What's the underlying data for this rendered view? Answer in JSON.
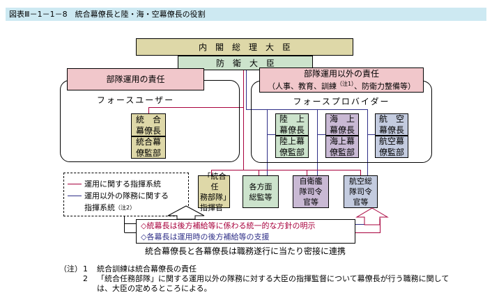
{
  "title": "図表Ⅲ－1－1－8　統合幕僚長と陸・海・空幕僚長の役割",
  "colors": {
    "titlebar_bg": "#cde9f2",
    "tan": "#ded8a8",
    "green": "#cce3cc",
    "pink": "#f1c7cb",
    "mauve": "#c9b9d4",
    "bluegray": "#c3cbdf",
    "red": "#a8003c",
    "navy": "#2e2e87",
    "border": "#000000"
  },
  "org": {
    "prime_minister": "内　閣　総　理　大　臣",
    "defense_minister": "防　衛　大　臣",
    "left_group": {
      "heading": "部隊運用の責任",
      "subheading": "フォースユーザー",
      "chief": [
        "統　合",
        "幕僚長"
      ],
      "staff": [
        "統合幕",
        "僚監部"
      ]
    },
    "right_group": {
      "heading": "部隊運用以外の責任",
      "heading2_pre": "（人事、教育、訓練",
      "heading2_sup": "（注1）",
      "heading2_post": "、防衛力整備等）",
      "subheading": "フォースプロバイダー",
      "ground": {
        "chief": [
          "陸　上",
          "幕僚長"
        ],
        "staff": [
          "陸上幕",
          "僚監部"
        ]
      },
      "maritime": {
        "chief": [
          "海　上",
          "幕僚長"
        ],
        "staff": [
          "海上幕",
          "僚監部"
        ]
      },
      "air": {
        "chief": [
          "航　空",
          "幕僚長"
        ],
        "staff": [
          "航空幕",
          "僚監部"
        ]
      }
    },
    "commanders": {
      "jtf": [
        "「統合任",
        "務部隊」",
        "指揮官"
      ],
      "army": [
        "各方面",
        "総監等"
      ],
      "fleet": [
        "自衛艦",
        "隊司令",
        "官等"
      ],
      "air": [
        "航空総",
        "隊司令",
        "官等"
      ]
    }
  },
  "legend": {
    "item1": "運用に関する指揮系統",
    "item2_line1": "運用以外の隊務に関する",
    "item2_line2": "指揮系統",
    "item2_sup": "（注2）"
  },
  "callout": {
    "line1": "◇統幕長は後方補給等に係わる統一的な方針の明示",
    "line2": "◇各幕長は運用時の後方補給等の支援"
  },
  "cooperation_note": "統合幕僚長と各幕僚長は職務遂行に当たり密接に連携",
  "notes": {
    "label": "（注）",
    "items": [
      {
        "num": "1",
        "text": "統合訓練は統合幕僚長の責任"
      },
      {
        "num": "2",
        "text": "「統合任務部隊」に関する運用以外の隊務に対する大臣の指揮監督について幕僚長が行う職務に関しては、大臣の定めるところによる。"
      }
    ]
  }
}
